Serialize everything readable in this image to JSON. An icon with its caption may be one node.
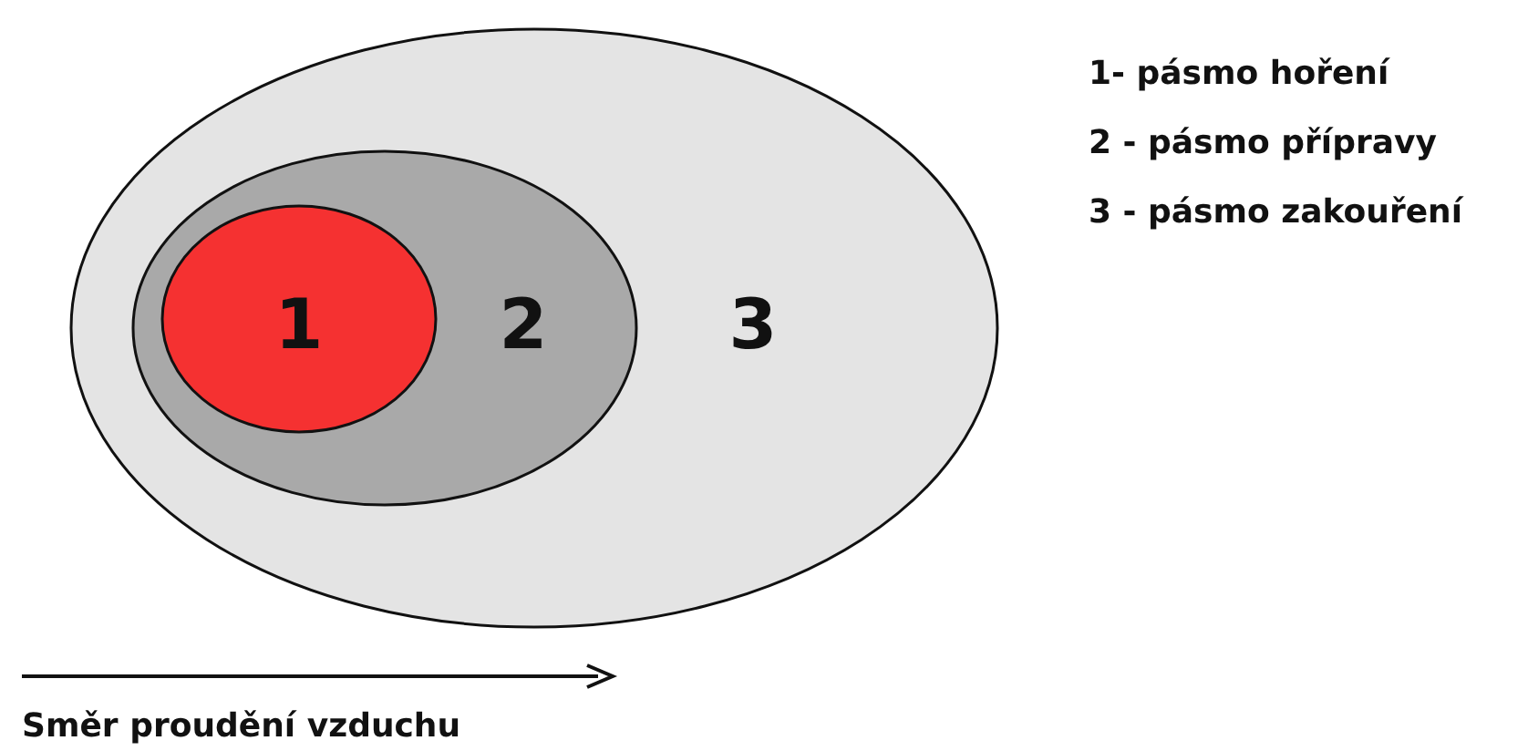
{
  "diagram": {
    "nodes": [
      {
        "text": [
          "3"
        ]
      },
      {
        "text": [
          "2"
        ],
        "in": 0
      },
      {
        "text": [
          "1"
        ],
        "in": 1
      }
    ],
    "labels": [
      "1- pásmo hoření",
      "2 - pásmo přípravy",
      "3 - pásmo zakouření",
      "Směr proudění vzduchu"
    ]
  }
}
